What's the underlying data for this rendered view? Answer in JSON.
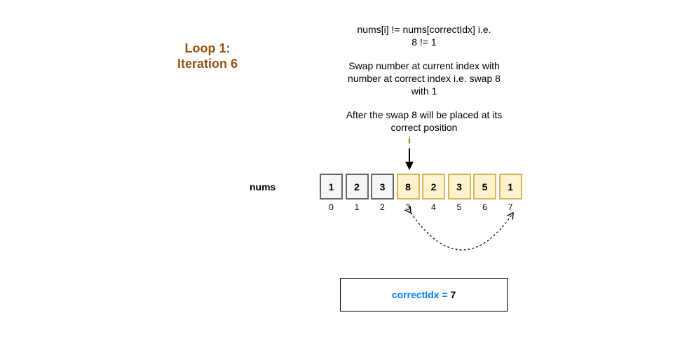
{
  "loop_title": {
    "line1": "Loop 1:",
    "line2": "Iteration 6"
  },
  "explanation": {
    "condition_line1": "nums[i] != nums[correctIdx] i.e.",
    "condition_line2": "8 != 1",
    "swap_line1": "Swap number at current index with",
    "swap_line2": "number at correct index i.e. swap 8",
    "swap_line3": "with 1",
    "after_line1": "After the swap 8 will be placed at its",
    "after_line2": "correct position"
  },
  "pointer": {
    "label": "i",
    "index": 3
  },
  "array": {
    "label": "nums",
    "values": [
      "1",
      "2",
      "3",
      "8",
      "2",
      "3",
      "5",
      "1"
    ],
    "indices": [
      "0",
      "1",
      "2",
      "3",
      "4",
      "5",
      "6",
      "7"
    ],
    "sorted_count": 3
  },
  "swap": {
    "from_index": 3,
    "to_index": 7
  },
  "result": {
    "key": "correctIdx",
    "equals": " = ",
    "value": "7"
  },
  "colors": {
    "done_fill": "#f5f5f5",
    "done_border": "#666666",
    "todo_fill": "#fff2cc",
    "todo_border": "#d6b656",
    "title": "#995213",
    "pointer_label": "#4d9900",
    "result_key": "#007fff"
  }
}
